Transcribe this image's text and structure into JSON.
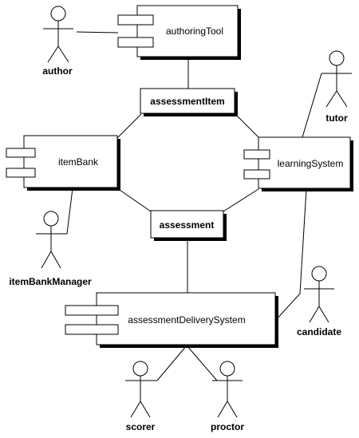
{
  "components": {
    "authoringTool": "authoringTool",
    "itemBank": "itemBank",
    "learningSystem": "learningSystem",
    "assessmentDeliverySystem": "assessmentDeliverySystem"
  },
  "interfaces": {
    "assessmentItem": "assessmentItem",
    "assessment": "assessment"
  },
  "actors": {
    "author": "author",
    "tutor": "tutor",
    "itemBankManager": "itemBankManager",
    "candidate": "candidate",
    "scorer": "scorer",
    "proctor": "proctor"
  }
}
